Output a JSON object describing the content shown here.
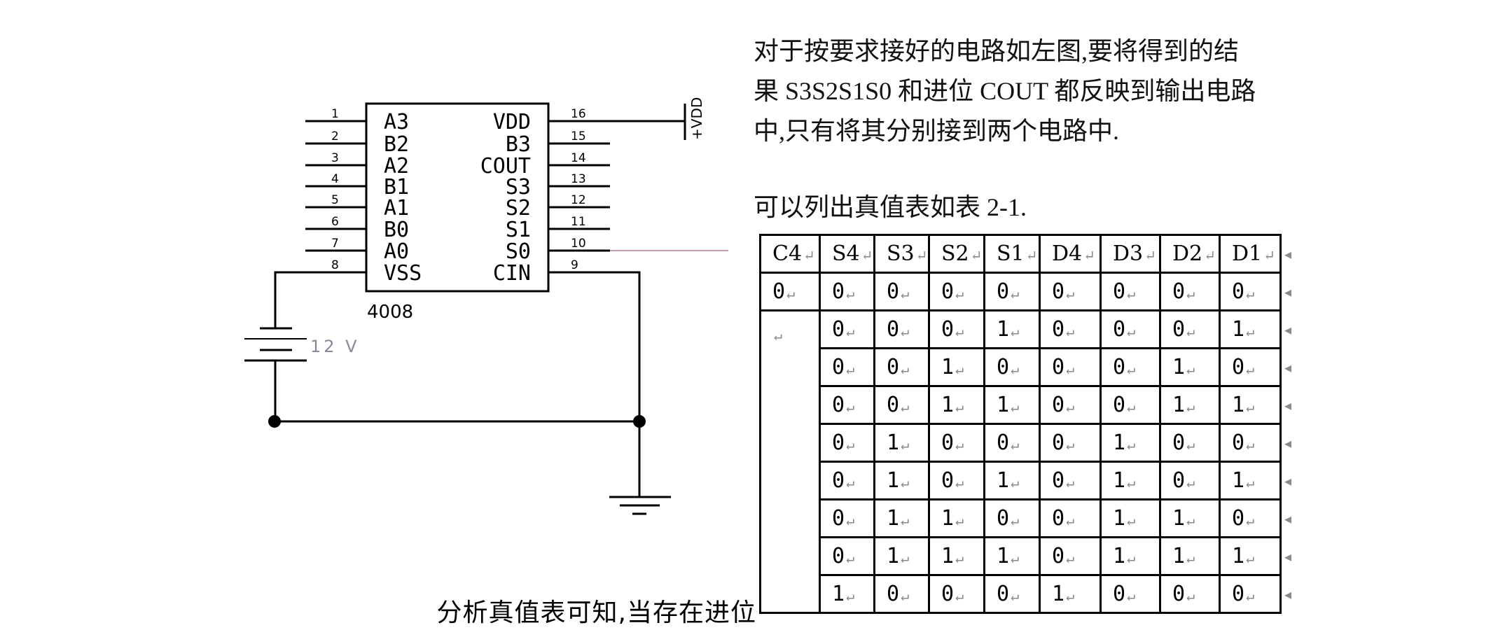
{
  "schematic": {
    "chip": {
      "part_name": "4008",
      "left_pins": [
        {
          "num": "1",
          "label": "A3"
        },
        {
          "num": "2",
          "label": "B2"
        },
        {
          "num": "3",
          "label": "A2"
        },
        {
          "num": "4",
          "label": "B1"
        },
        {
          "num": "5",
          "label": "A1"
        },
        {
          "num": "6",
          "label": "B0"
        },
        {
          "num": "7",
          "label": "A0"
        },
        {
          "num": "8",
          "label": "VSS"
        }
      ],
      "right_pins": [
        {
          "num": "16",
          "label": "VDD"
        },
        {
          "num": "15",
          "label": "B3"
        },
        {
          "num": "14",
          "label": "COUT"
        },
        {
          "num": "13",
          "label": "S3"
        },
        {
          "num": "12",
          "label": "S2"
        },
        {
          "num": "11",
          "label": "S1"
        },
        {
          "num": "10",
          "label": "S0"
        },
        {
          "num": "9",
          "label": "CIN"
        }
      ]
    },
    "supply_label": "+VDD",
    "battery_label": "12 V",
    "colors": {
      "wire": "#000000",
      "probe_wire": "#c8a0a8",
      "battery_label": "#8a8898"
    }
  },
  "text": {
    "para1_line1": " 对于按要求接好的电路如左图,要将得到的结",
    "para1_line2": "果 S3S2S1S0 和进位 COUT 都反映到输出电路",
    "para1_line3": "中,只有将其分别接到两个电路中.",
    "para2": "可以列出真值表如表 2-1.",
    "overlay": "分析真值表可知,当存在进位"
  },
  "table": {
    "headers": [
      "C4",
      "S4",
      "S3",
      "S2",
      "S1",
      "D4",
      "D3",
      "D2",
      "D1"
    ],
    "return_mark": "↵",
    "row_end_mark": "◂",
    "rows": [
      [
        "0",
        "0",
        "0",
        "0",
        "0",
        "0",
        "0",
        "0",
        "0"
      ],
      [
        "",
        "0",
        "0",
        "0",
        "1",
        "0",
        "0",
        "0",
        "1"
      ],
      [
        "",
        "0",
        "0",
        "1",
        "0",
        "0",
        "0",
        "1",
        "0"
      ],
      [
        "",
        "0",
        "0",
        "1",
        "1",
        "0",
        "0",
        "1",
        "1"
      ],
      [
        "",
        "0",
        "1",
        "0",
        "0",
        "0",
        "1",
        "0",
        "0"
      ],
      [
        "",
        "0",
        "1",
        "0",
        "1",
        "0",
        "1",
        "0",
        "1"
      ],
      [
        "",
        "0",
        "1",
        "1",
        "0",
        "0",
        "1",
        "1",
        "0"
      ],
      [
        "",
        "0",
        "1",
        "1",
        "1",
        "0",
        "1",
        "1",
        "1"
      ],
      [
        "",
        "1",
        "0",
        "0",
        "0",
        "1",
        "0",
        "0",
        "0"
      ]
    ]
  }
}
